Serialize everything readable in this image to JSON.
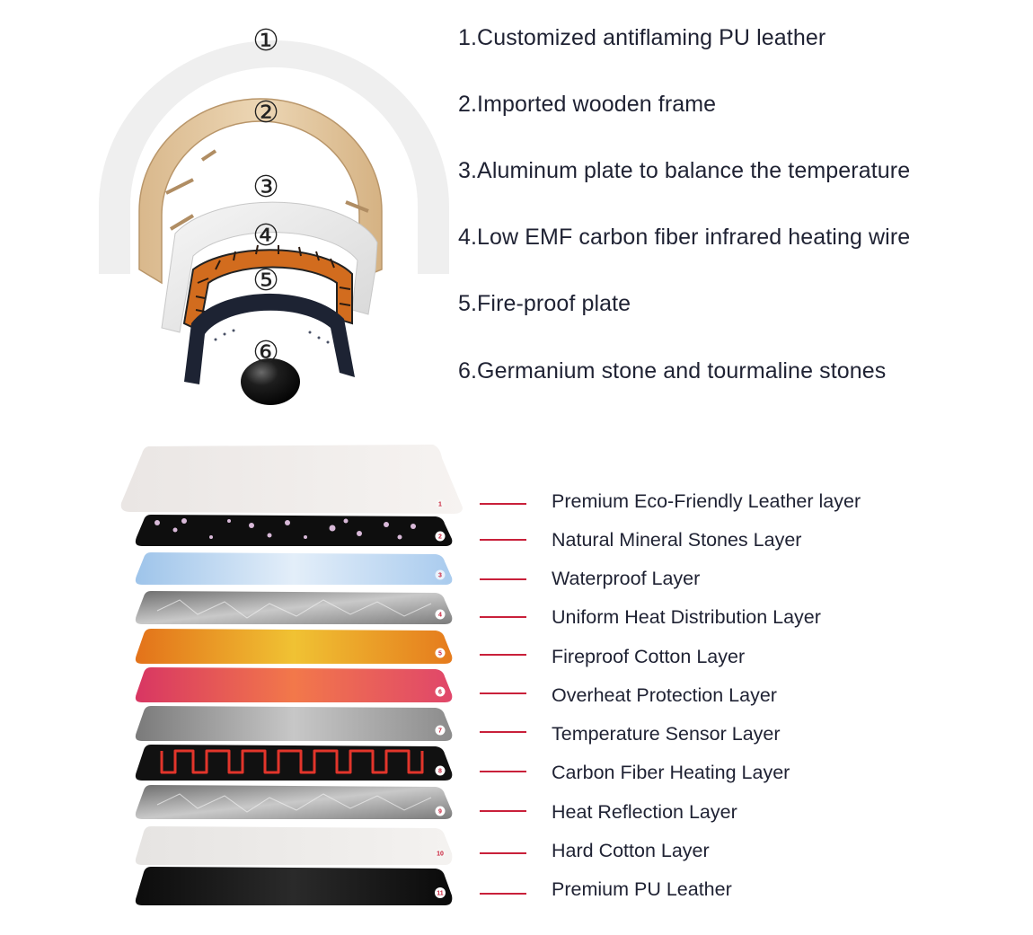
{
  "dome_diagram": {
    "markers": [
      "①",
      "②",
      "③",
      "④",
      "⑤",
      "⑥"
    ],
    "items": [
      "1.Customized antiflaming PU leather",
      "2.Imported wooden frame",
      "3.Aluminum plate to balance the temperature",
      "4.Low EMF carbon fiber infrared heating wire",
      "5.Fire-proof plate",
      "6.Germanium stone and tourmaline stones"
    ]
  },
  "layer_diagram": {
    "numbers": [
      "1",
      "2",
      "3",
      "4",
      "5",
      "6",
      "7",
      "8",
      "9",
      "10",
      "11"
    ],
    "labels": [
      "Premium Eco-Friendly Leather layer",
      "Natural Mineral Stones Layer",
      "Waterproof Layer",
      "Uniform Heat Distribution Layer",
      "Fireproof Cotton Layer",
      "Overheat Protection Layer",
      "Temperature Sensor Layer",
      "Carbon Fiber Heating Layer",
      "Heat Reflection Layer",
      "Hard Cotton Layer",
      "Premium PU Leather"
    ],
    "line_color": "#c9203a"
  }
}
